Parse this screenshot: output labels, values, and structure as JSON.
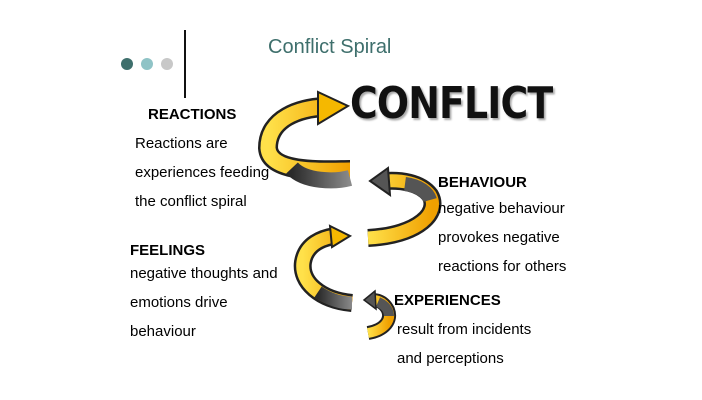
{
  "slide": {
    "title": "Conflict Spiral",
    "center_word": "CONFLICT"
  },
  "decor": {
    "dot_colors": [
      "#3e6f6c",
      "#8fc3c6",
      "#c8c8c8"
    ],
    "arrow_warm": "#f5b800",
    "arrow_dark": "#444444"
  },
  "nodes": {
    "reactions": {
      "heading": "REACTIONS",
      "lines": [
        "Reactions are",
        "experiences feeding",
        "the conflict spiral"
      ]
    },
    "behaviour": {
      "heading": "BEHAVIOUR",
      "lines": [
        "negative behaviour",
        "provokes negative",
        "reactions for others"
      ]
    },
    "feelings": {
      "heading": "FEELINGS",
      "lines": [
        "negative thoughts and",
        "emotions drive",
        "behaviour"
      ]
    },
    "experiences": {
      "heading": "EXPERIENCES",
      "lines": [
        "result from incidents",
        "and perceptions"
      ]
    }
  }
}
